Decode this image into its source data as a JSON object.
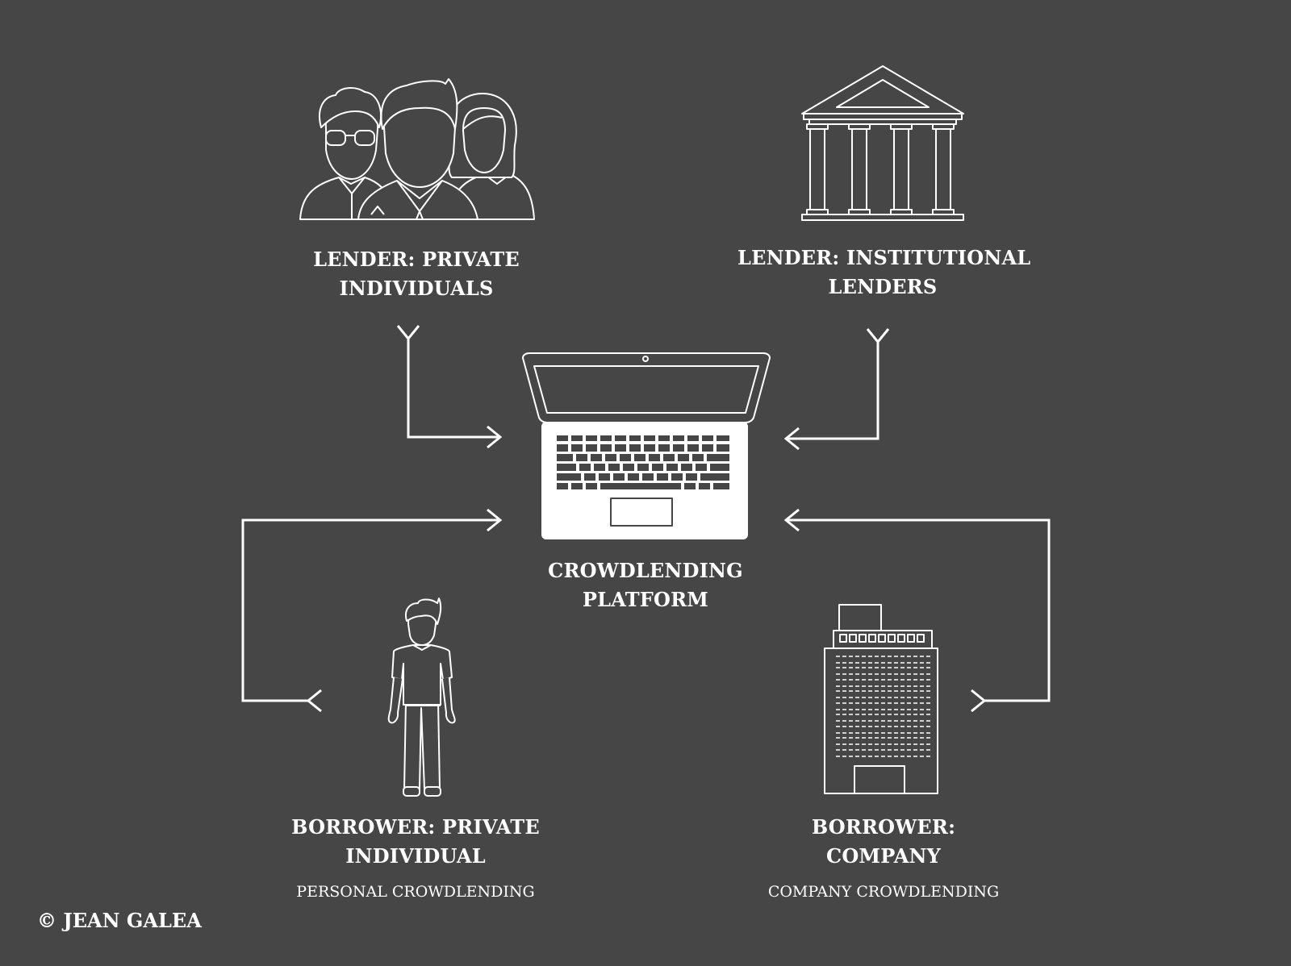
{
  "nodes": {
    "lender_private": {
      "line1": "LENDER: PRIVATE",
      "line2": "INDIVIDUALS"
    },
    "lender_institutional": {
      "line1": "LENDER: INSTITUTIONAL",
      "line2": "LENDERS"
    },
    "platform": {
      "line1": "CROWDLENDING",
      "line2": "PLATFORM"
    },
    "borrower_private": {
      "line1": "BORROWER: PRIVATE",
      "line2": "INDIVIDUAL",
      "caption": "PERSONAL CROWDLENDING"
    },
    "borrower_company": {
      "line1": "BORROWER:",
      "line2": "COMPANY",
      "caption": "COMPANY CROWDLENDING"
    }
  },
  "copyright": "© JEAN GALEA",
  "colors": {
    "background": "#464646",
    "foreground": "#ffffff"
  },
  "icons": [
    "people-group-icon",
    "bank-building-icon",
    "laptop-icon",
    "person-icon",
    "office-building-icon",
    "arrow-icon"
  ]
}
